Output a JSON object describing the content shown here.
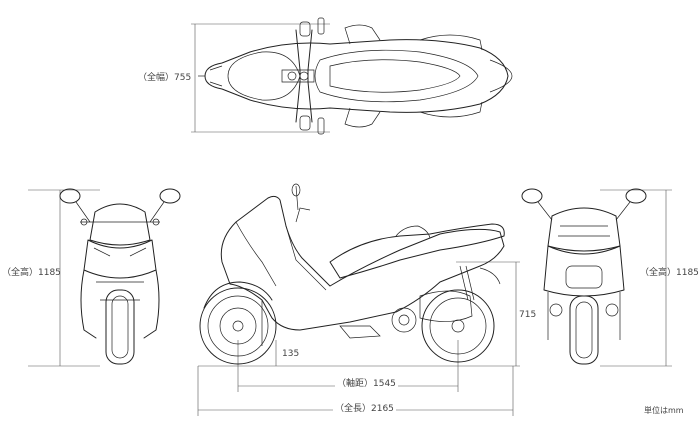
{
  "dimensions": {
    "width_label": "（全幅）755",
    "height_front_label": "（全高）1185",
    "height_rear_label": "（全高）1185",
    "seat_height_label": "715",
    "ground_clearance_label": "135",
    "wheelbase_label": "（軸距）1545",
    "length_label": "（全長）2165"
  },
  "unit_note": "単位はmm"
}
